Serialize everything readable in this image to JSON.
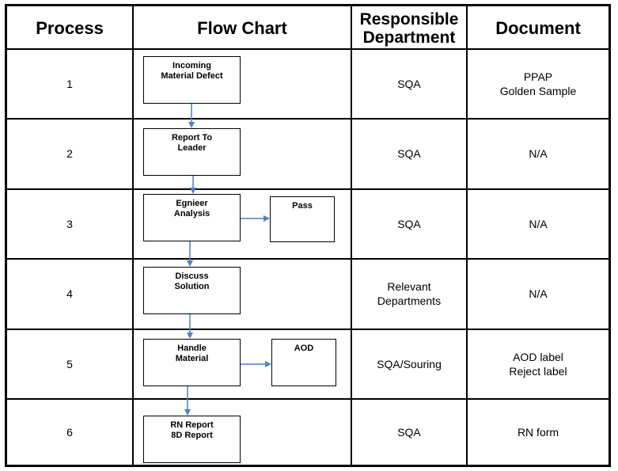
{
  "headers": {
    "process": "Process",
    "flow_chart": "Flow Chart",
    "responsible_line1": "Responsible",
    "responsible_line2": "Department",
    "document": "Document"
  },
  "rows": [
    {
      "process": "1",
      "department": [
        "SQA"
      ],
      "document": [
        "PPAP",
        "Golden Sample"
      ]
    },
    {
      "process": "2",
      "department": [
        "SQA"
      ],
      "document": [
        "N/A"
      ]
    },
    {
      "process": "3",
      "department": [
        "SQA"
      ],
      "document": [
        "N/A"
      ]
    },
    {
      "process": "4",
      "department": [
        "Relevant",
        "Departments"
      ],
      "document": [
        "N/A"
      ]
    },
    {
      "process": "5",
      "department": [
        "SQA/Souring"
      ],
      "document": [
        "AOD label",
        "Reject label"
      ]
    },
    {
      "process": "6",
      "department": [
        "SQA"
      ],
      "document": [
        "RN form"
      ]
    }
  ],
  "flow": {
    "step1": [
      "Incoming",
      "Material Defect"
    ],
    "step2": [
      "Report To",
      "Leader"
    ],
    "step3": [
      "Egnieer",
      "Analysis"
    ],
    "step3_side": [
      "Pass"
    ],
    "step4": [
      "Discuss",
      "Solution"
    ],
    "step5": [
      "Handle",
      "Material"
    ],
    "step5_side": [
      "AOD"
    ],
    "step6": [
      "RN Report",
      "8D Report"
    ]
  },
  "colors": {
    "arrow": "#4f81bd",
    "line": "#000000"
  }
}
